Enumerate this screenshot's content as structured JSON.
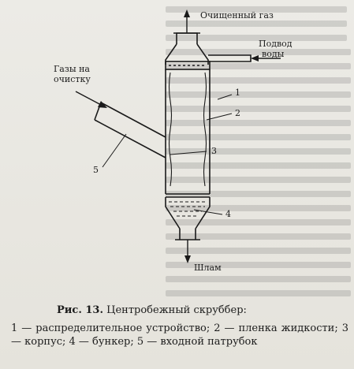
{
  "figure": {
    "labels": {
      "clean_gas": "Очищенный газ",
      "water_inlet_line1": "Подвод",
      "water_inlet_line2": "воды",
      "gas_in_line1": "Газы на",
      "gas_in_line2": "очистку",
      "sludge": "Шлам",
      "n1": "1",
      "n2": "2",
      "n3": "3",
      "n4": "4",
      "n5": "5"
    },
    "caption_num": "Рис. 13.",
    "caption_text": " Центробежный скруббер:",
    "legend": "1 — распределительное устройство; 2 — пленка жидкости; 3 — корпус; 4 — бункер; 5 — входной патрубок"
  }
}
